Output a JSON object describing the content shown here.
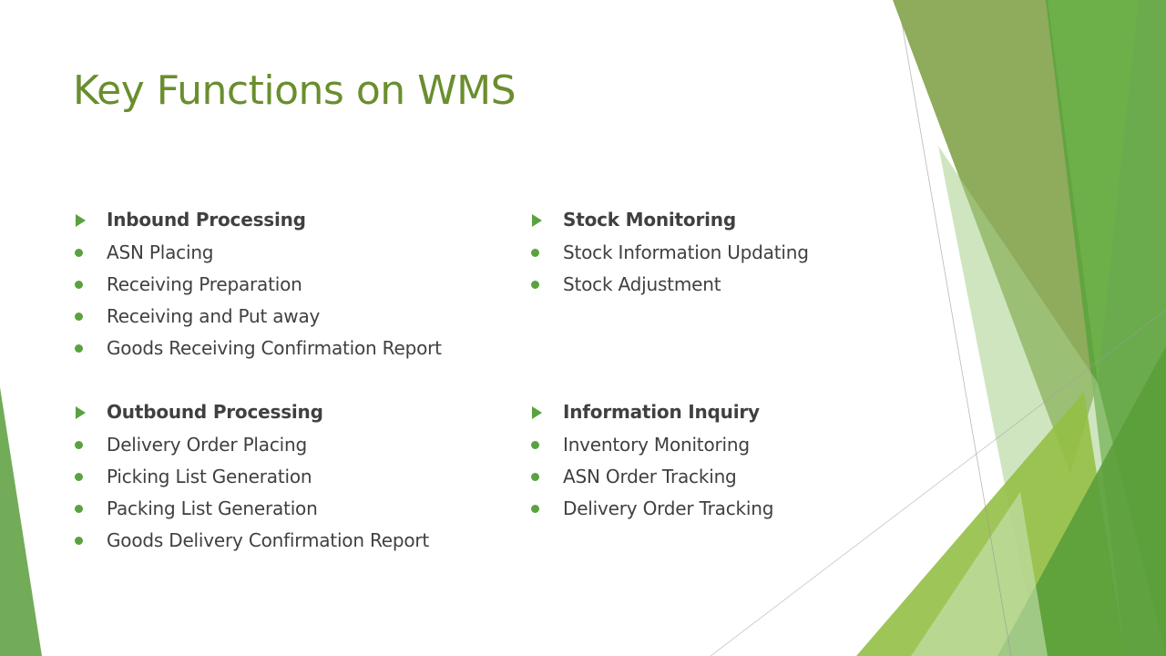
{
  "slide": {
    "title": "Key Functions on WMS",
    "colors": {
      "title": "#6a8e2e",
      "bullet": "#5aa23f",
      "text": "#404040"
    },
    "groups": [
      {
        "heading": "Inbound Processing",
        "items": [
          "ASN Placing",
          "Receiving Preparation",
          "Receiving and Put away",
          "Goods Receiving Confirmation Report"
        ]
      },
      {
        "heading": "Outbound Processing",
        "items": [
          "Delivery Order Placing",
          "Picking List Generation",
          "Packing List Generation",
          "Goods Delivery Confirmation Report"
        ]
      },
      {
        "heading": "Stock Monitoring",
        "items": [
          "Stock Information Updating",
          "Stock Adjustment"
        ]
      },
      {
        "heading": "Information Inquiry",
        "items": [
          "Inventory Monitoring",
          "ASN Order Tracking",
          "Delivery Order Tracking"
        ]
      }
    ]
  }
}
